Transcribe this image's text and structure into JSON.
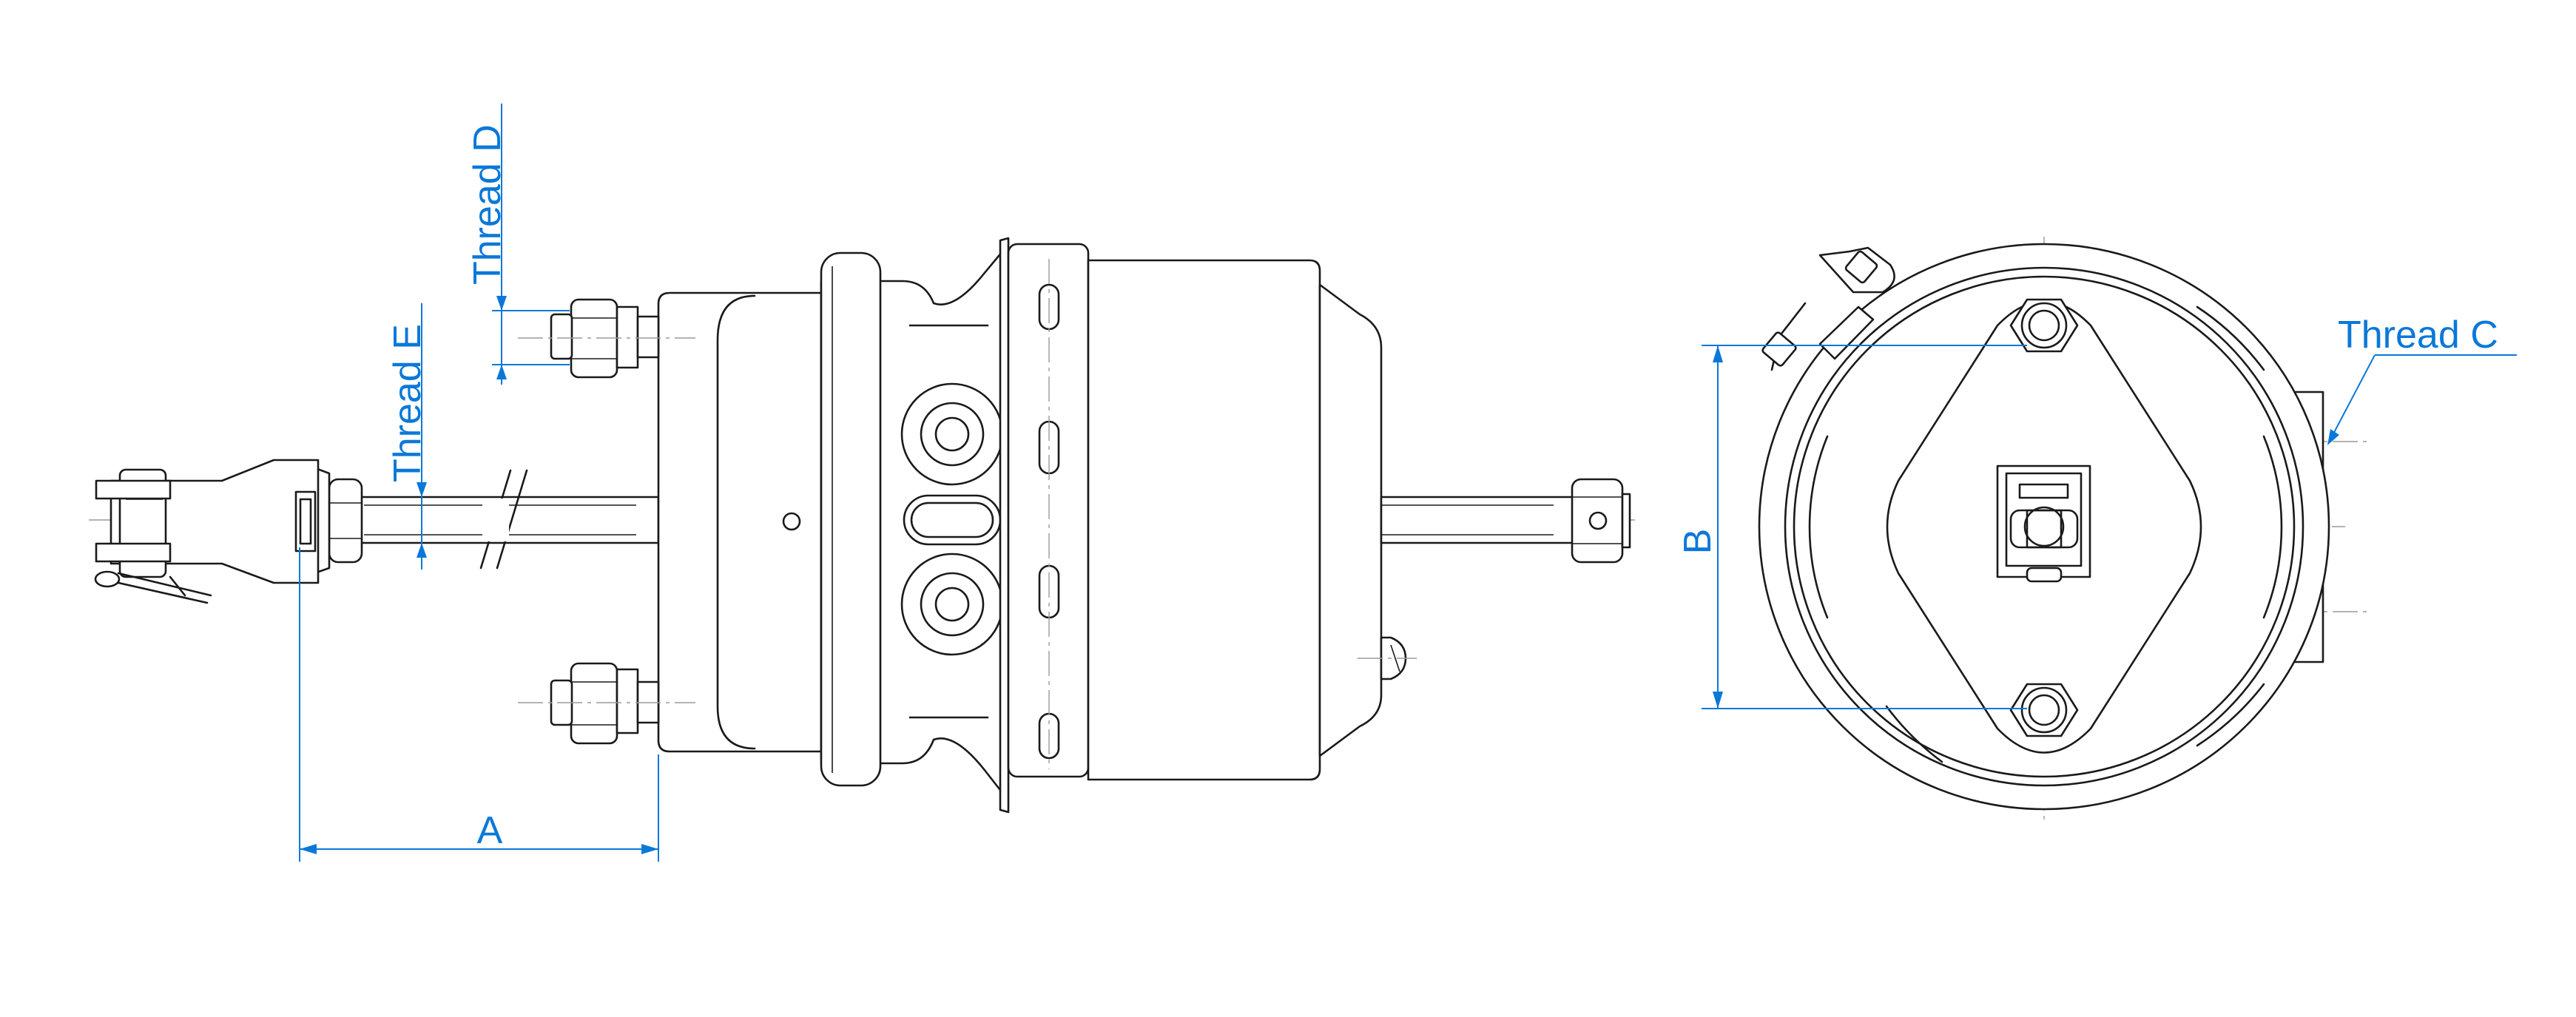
{
  "diagram": {
    "accent_color": "#0a78d8",
    "line_color": "#1a1a1a",
    "centerline_color": "#9a9a9a",
    "labels": {
      "thread_d": "Thread  D",
      "thread_e": "Thread  E",
      "thread_c": "Thread  C",
      "dim_a": "A",
      "dim_b": "B"
    }
  }
}
